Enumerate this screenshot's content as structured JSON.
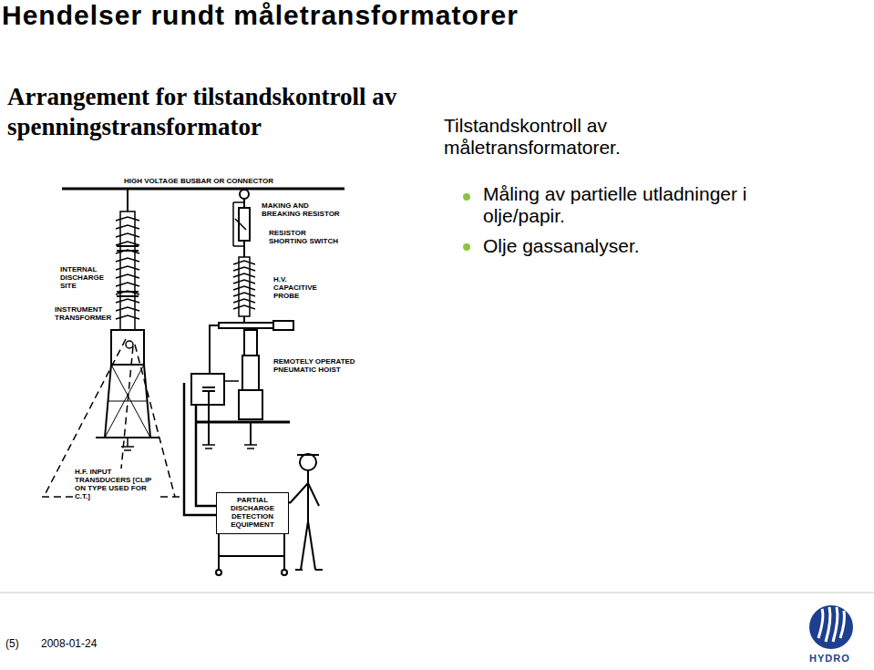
{
  "diagram": {
    "title": "Hendelser rundt måletransformatorer",
    "nodes": [
      {
        "text": [
          "PARTIAL DISCHARGE DETECTION EQUIPMENT"
        ]
      }
    ],
    "labels": [
      "Arrangement for tilstandskontroll av spenningstransformator",
      "Tilstandskontroll av måletransformatorer.",
      "Måling av partielle utladninger i olje/papir.",
      "Olje gassanalyser.",
      "HIGH VOLTAGE BUSBAR OR CONNECTOR",
      "MAKING AND BREAKING RESISTOR",
      "RESISTOR SHORTING SWITCH",
      "H.V. CAPACITIVE PROBE",
      "INTERNAL DISCHARGE SITE",
      "INSTRUMENT TRANSFORMER",
      "REMOTELY OPERATED PNEUMATIC HOIST",
      "H.F. INPUT TRANSDUCERS [CLIP ON TYPE USED FOR C.T.]",
      "(5)",
      "2008-01-24",
      "HYDRO"
    ]
  }
}
